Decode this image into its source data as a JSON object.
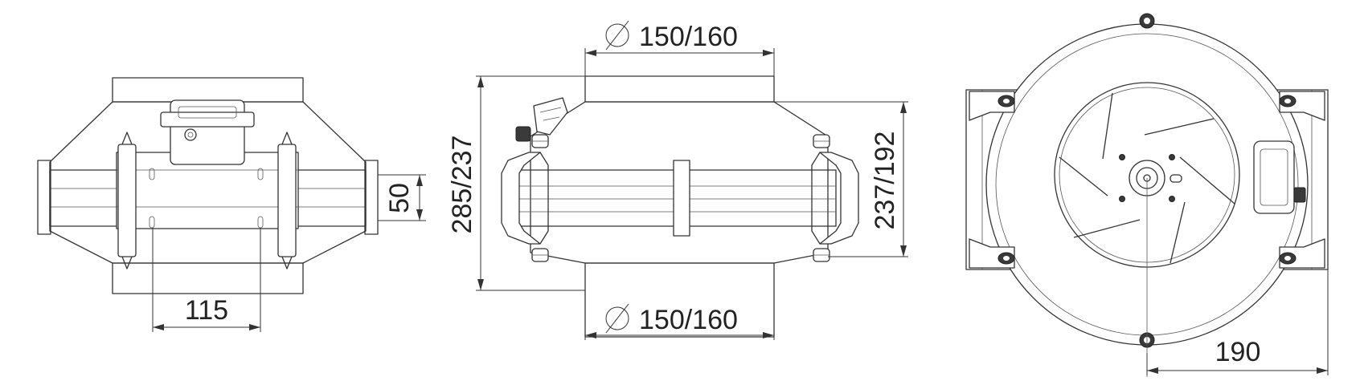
{
  "drawing": {
    "line_color": "#333333",
    "background": "#ffffff",
    "left_view": {
      "dim_width": "115",
      "dim_height": "50"
    },
    "middle_view": {
      "dim_top_diameter": "150/160",
      "dim_bottom_diameter": "150/160",
      "dim_left_height": "285/237",
      "dim_right_height": "237/192",
      "diameter_symbol": "diameter-icon"
    },
    "right_view": {
      "dim_offset": "190"
    }
  }
}
